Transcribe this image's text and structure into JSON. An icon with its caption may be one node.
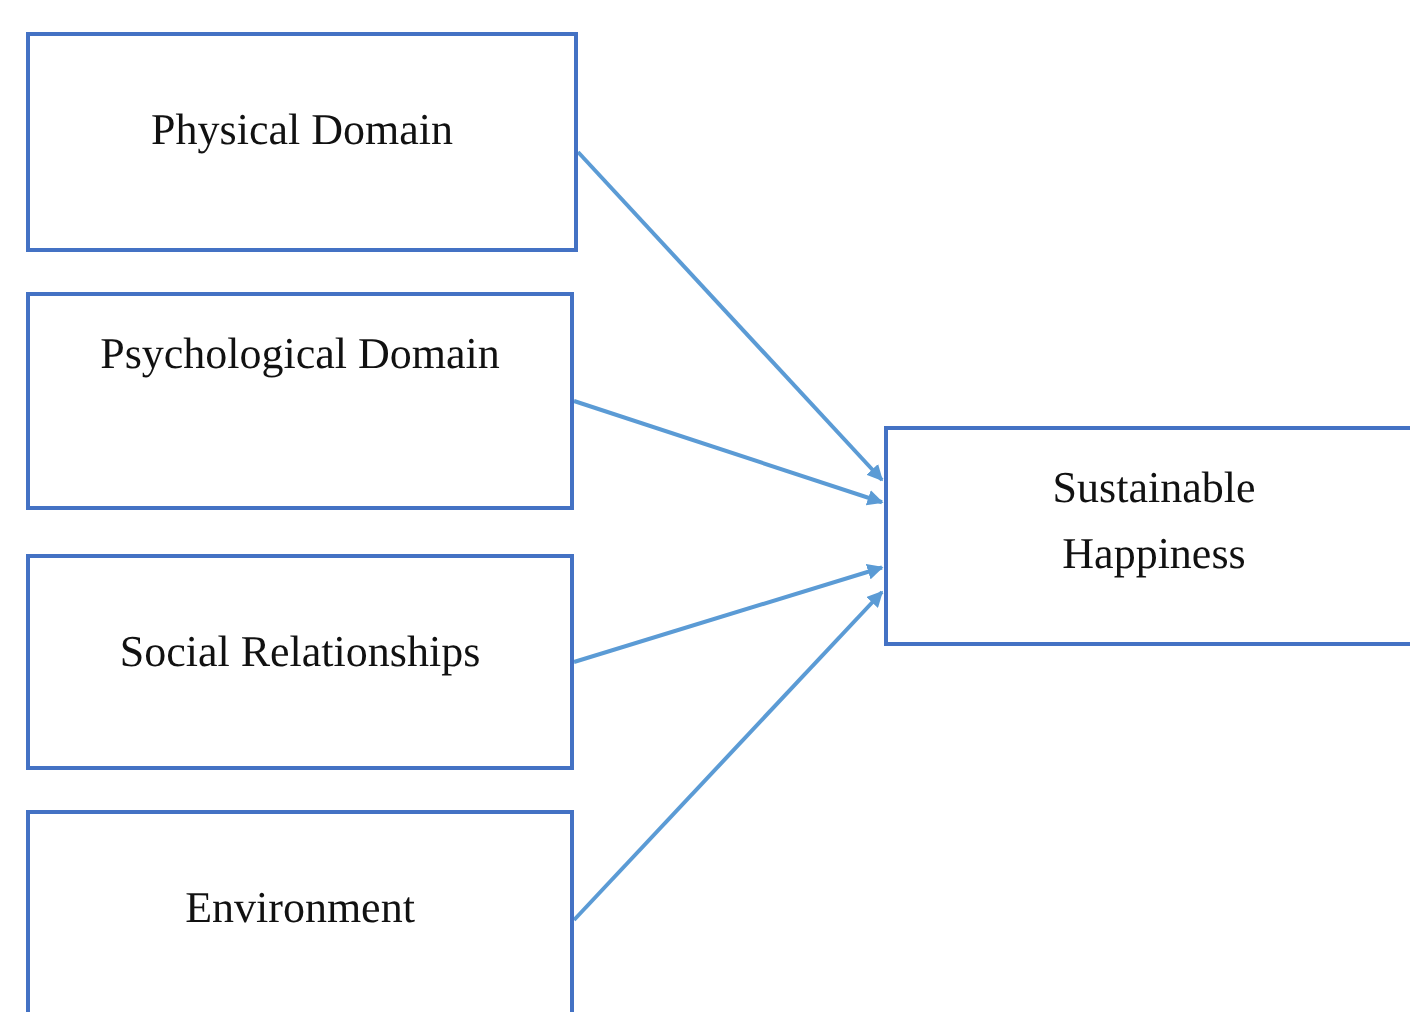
{
  "diagram": {
    "nodes": [
      {
        "text": [
          "Physical Domain"
        ]
      },
      {
        "text": [
          "Psychological Domain"
        ]
      },
      {
        "text": [
          "Social Relationships"
        ]
      },
      {
        "text": [
          "Environment"
        ]
      },
      {
        "text": [
          "Sustainable Happiness"
        ]
      }
    ],
    "edges": [
      {
        "from": 0,
        "to": 4,
        "arrow": "to"
      },
      {
        "from": 1,
        "to": 4,
        "arrow": "to"
      },
      {
        "from": 2,
        "to": 4,
        "arrow": "to"
      },
      {
        "from": 3,
        "to": 4,
        "arrow": "to"
      }
    ]
  }
}
